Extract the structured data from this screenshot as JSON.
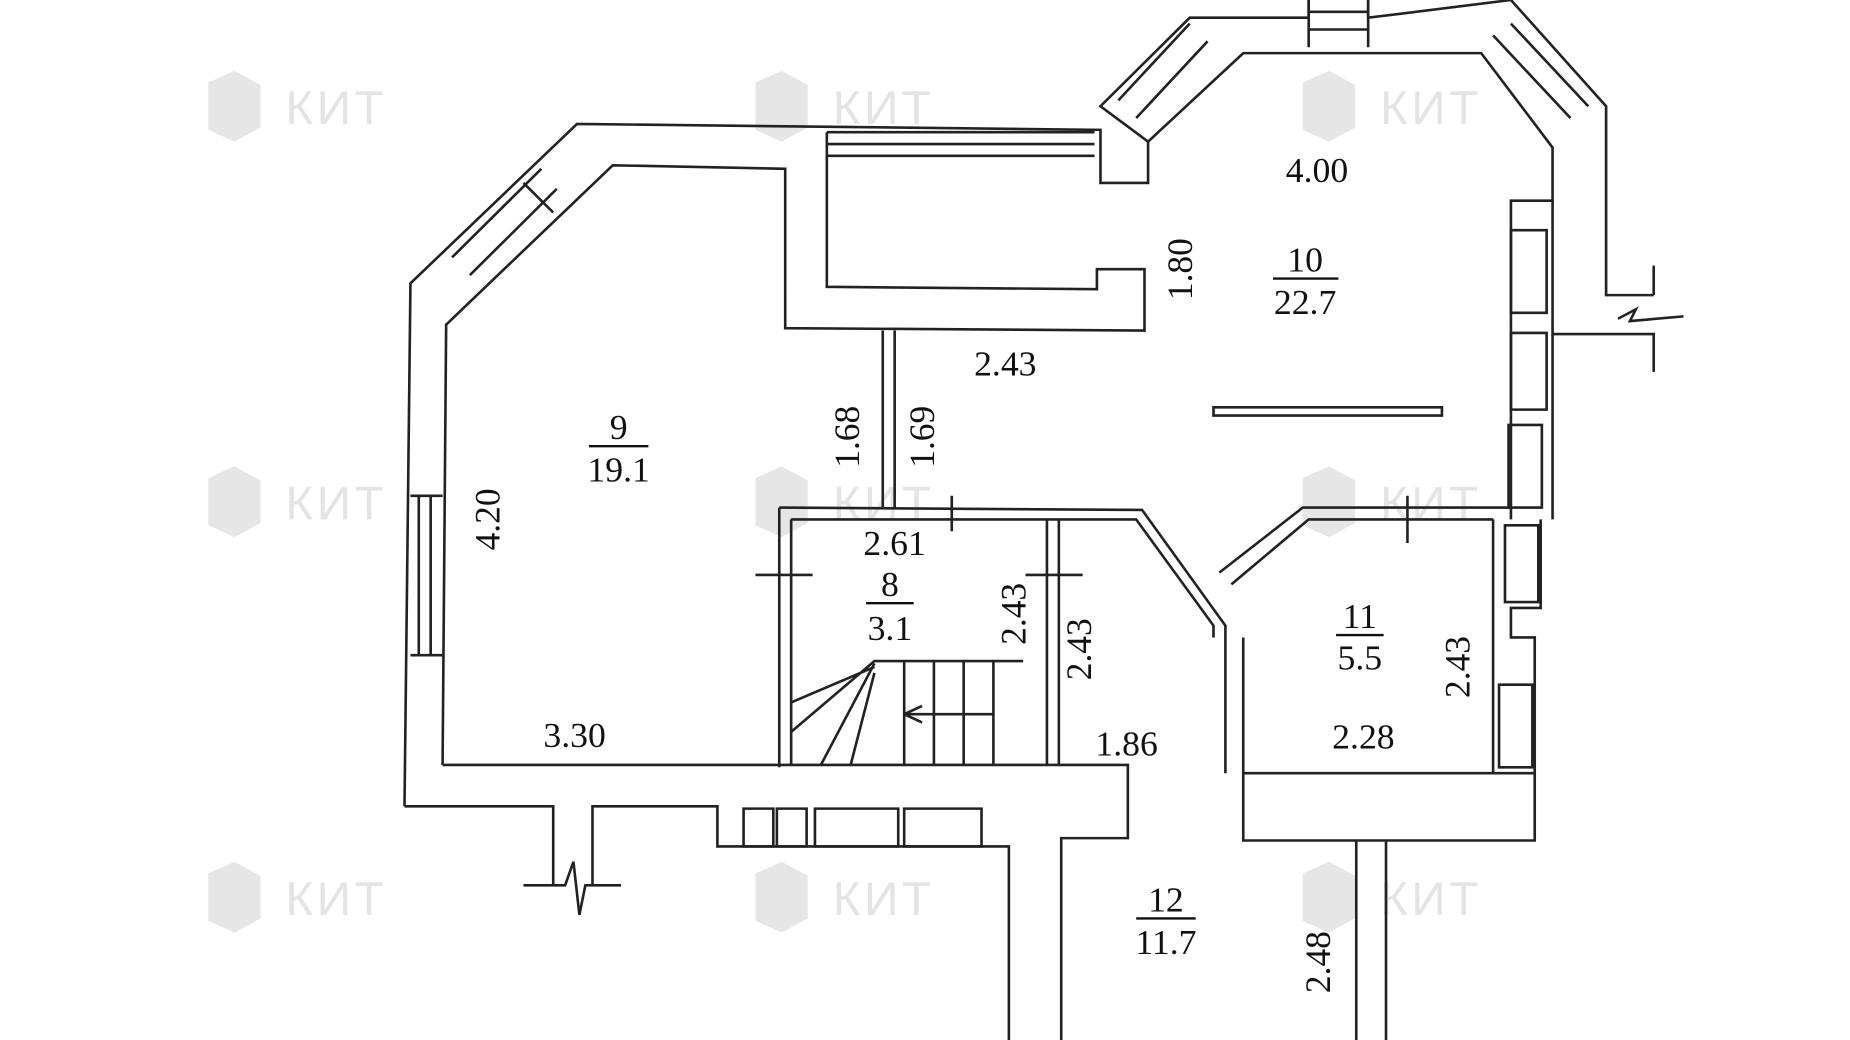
{
  "watermark": "КИТ",
  "rooms": [
    {
      "number": "9",
      "area": "19.1"
    },
    {
      "number": "10",
      "area": "22.7"
    },
    {
      "number": "8",
      "area": "3.1"
    },
    {
      "number": "11",
      "area": "5.5"
    },
    {
      "number": "12",
      "area": "11.7"
    }
  ],
  "dimensions": [
    "4.00",
    "1.80",
    "2.43",
    "1.68",
    "1.69",
    "4.20",
    "2.61",
    "2.43",
    "2.43",
    "3.30",
    "1.86",
    "2.43",
    "2.28",
    "2.48"
  ]
}
